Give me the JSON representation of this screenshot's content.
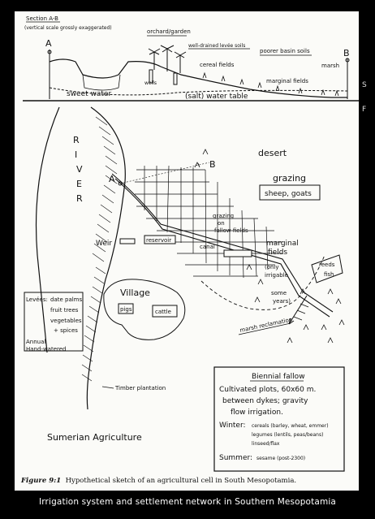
{
  "section": {
    "title": "Section A-B",
    "subtitle": "(vertical scale grossly exaggerated)",
    "point_a": "A",
    "point_b": "B",
    "labels": {
      "orchard": "orchard/garden",
      "levee": "well-drained levée soils",
      "basin": "poorer basin soils",
      "cereal": "cereal fields",
      "marginal": "marginal fields",
      "marsh": "marsh",
      "wells": "wells",
      "sweet_water": "sweet water",
      "water_table": "(salt) water table"
    }
  },
  "plan": {
    "river": [
      "R",
      "I",
      "V",
      "E",
      "R"
    ],
    "point_a": "A",
    "point_b": "B",
    "desert": "desert",
    "grazing": "grazing",
    "sheep_goats": "sheep, goats",
    "grazing_fallow": [
      "grazing",
      "on",
      "fallow fields"
    ],
    "weir": "Weir",
    "reservoir": "reservoir",
    "canal": "canal",
    "marginal_fields": [
      "marginal",
      "fields"
    ],
    "only_irrigable": [
      "(only",
      "irrigable"
    ],
    "some_years": [
      "some",
      "years)"
    ],
    "reeds_fish": [
      "reeds",
      "fish"
    ],
    "marsh_reclamation": "marsh reclamation",
    "village": "Village",
    "pigs": "pigs",
    "cattle": "cattle",
    "timber": "Timber plantation",
    "sumerian_agriculture": "Sumerian Agriculture"
  },
  "levee_box": {
    "heading": "Levées:",
    "items": [
      "date palms",
      "fruit trees",
      "vegetables",
      "+ spices"
    ],
    "annual": "Annual",
    "hand_watered": "Hand-watered"
  },
  "fallow_box": {
    "heading": "Biennial fallow",
    "lines": [
      "Cultivated plots, 60x60 m.",
      "between dykes; gravity",
      "flow irrigation."
    ],
    "winter_label": "Winter:",
    "winter_lines": [
      "cereals (barley, wheat, emmer)",
      "legumes (lentils, peas/beans)",
      "linseed/flax"
    ],
    "summer_label": "Summer:",
    "summer_text": "sesame (post-2300)"
  },
  "caption": {
    "figure": "Figure 9:1",
    "text": "Hypothetical sketch of an agricultural cell in South Mesopotamia."
  },
  "footer": "Irrigation system and settlement network in Southern Mesopotamia",
  "edge_fragments": [
    "S",
    "F"
  ]
}
